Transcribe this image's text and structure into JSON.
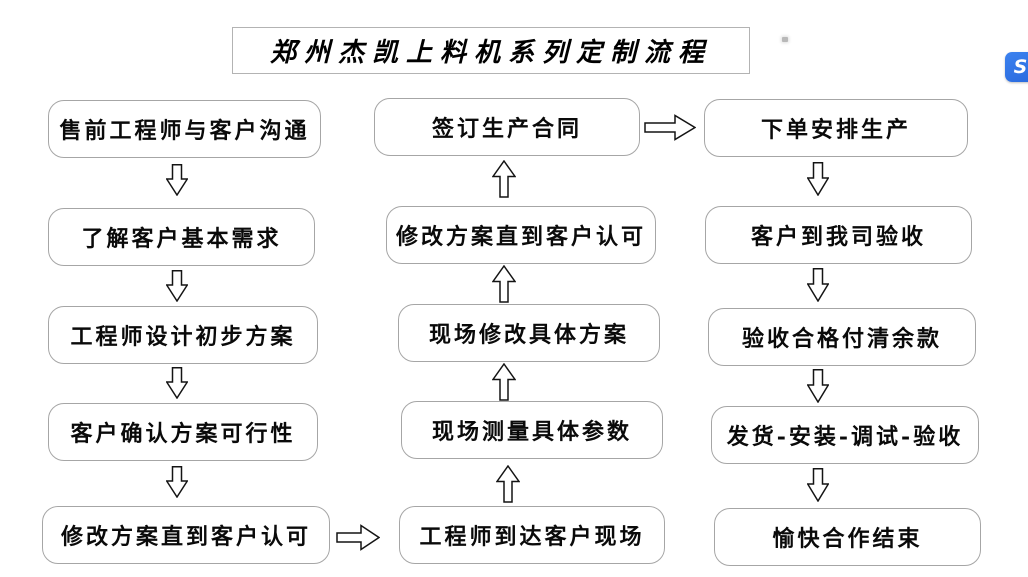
{
  "title": "郑州杰凯上料机系列定制流程",
  "flow": {
    "left_column": [
      "售前工程师与客户沟通",
      "了解客户基本需求",
      "工程师设计初步方案",
      "客户确认方案可行性",
      "修改方案直到客户认可"
    ],
    "middle_column_top_to_bottom": [
      "签订生产合同",
      "修改方案直到客户认可",
      "现场修改具体方案",
      "现场测量具体参数",
      "工程师到达客户现场"
    ],
    "right_column": [
      "下单安排生产",
      "客户到我司验收",
      "验收合格付清余款",
      "发货-安装-调试-验收",
      "愉快合作结束"
    ],
    "direction_notes": {
      "left_column": "top-to-bottom",
      "middle_column": "bottom-to-top",
      "right_column": "top-to-bottom"
    }
  },
  "corner_icon": {
    "glyph": "S",
    "color": "#2f72e4"
  },
  "colors": {
    "background": "#ffffff",
    "box_border": "#a6a6a6",
    "title_border": "#b3b3b3",
    "arrow_outline": "#141414",
    "text": "#0a0a0a",
    "icon_blue": "#2f72e4"
  }
}
